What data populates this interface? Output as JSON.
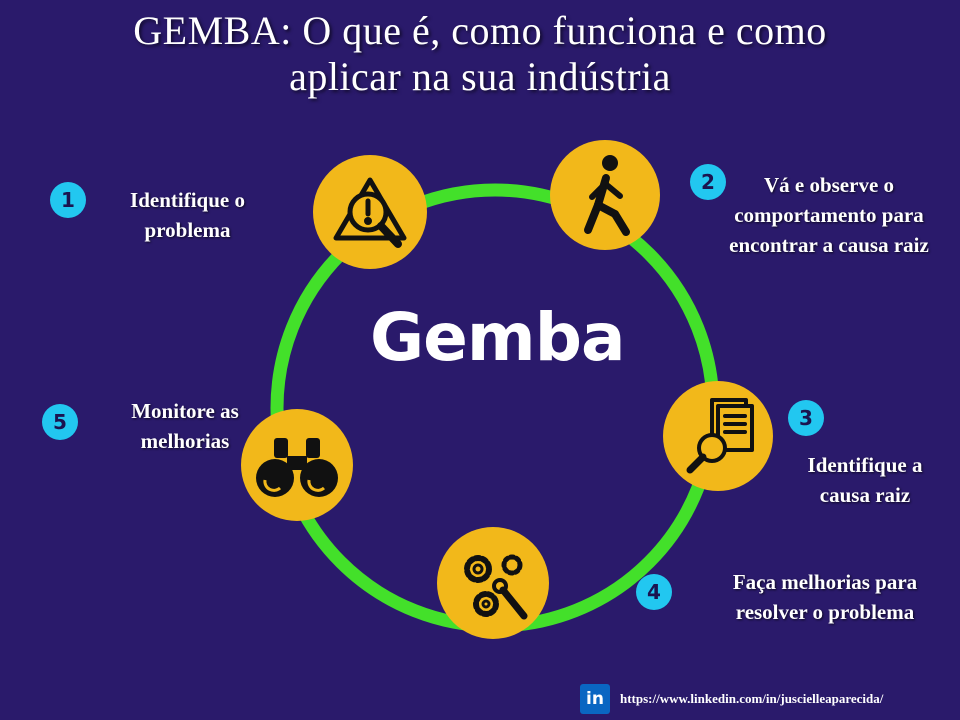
{
  "title": {
    "line1": "GEMBA: O que é, como funciona e como",
    "line2": "aplicar na sua indústria"
  },
  "center_label": "Gemba",
  "colors": {
    "background": "#2a1a6b",
    "ring": "#43e02a",
    "node": "#f2b81a",
    "badge": "#22c7f0",
    "icon": "#111111"
  },
  "steps": [
    {
      "number": "1",
      "lines": [
        "Identifique o",
        "problema"
      ],
      "icon": "warning-magnifier-icon"
    },
    {
      "number": "2",
      "lines": [
        "Vá e observe o",
        "comportamento para",
        "encontrar a causa raiz"
      ],
      "icon": "walking-person-icon"
    },
    {
      "number": "3",
      "lines": [
        "Identifique a",
        "causa raiz"
      ],
      "icon": "document-magnifier-icon"
    },
    {
      "number": "4",
      "lines": [
        "Faça melhorias para",
        "resolver o problema"
      ],
      "icon": "gears-wrench-icon"
    },
    {
      "number": "5",
      "lines": [
        "Monitore as",
        "melhorias"
      ],
      "icon": "binoculars-icon"
    }
  ],
  "footer": {
    "linkedin_label": "in",
    "url": "https://www.linkedin.com/in/juscielleaparecida/"
  }
}
